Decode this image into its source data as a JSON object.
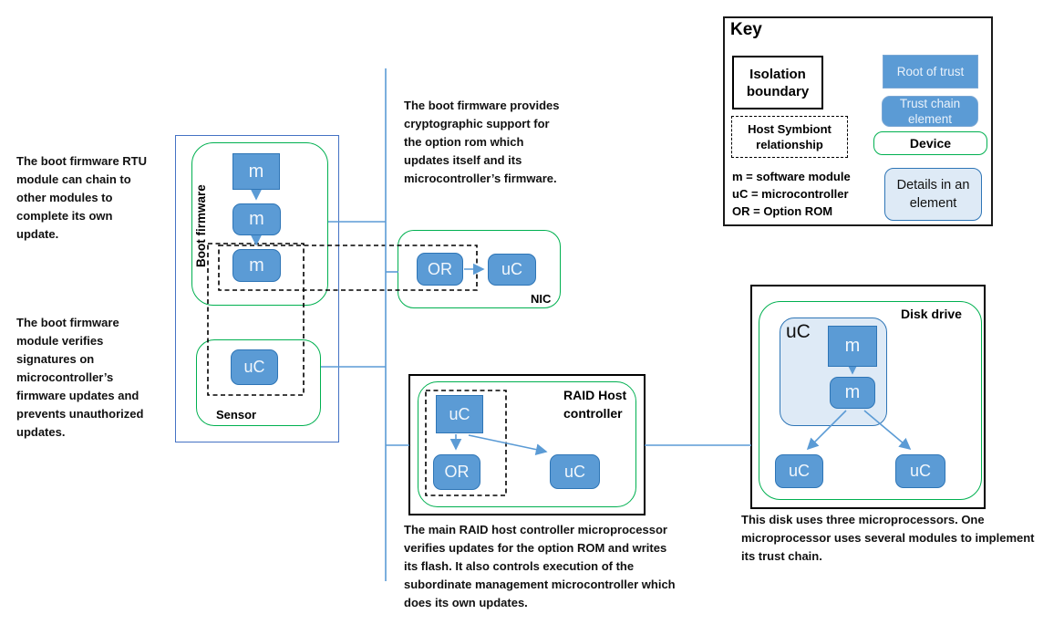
{
  "colors": {
    "accent_blue": "#5B9BD5",
    "dark_blue": "#2E75B6",
    "light_blue": "#DEEAF6",
    "device_green": "#00B050",
    "outer_blue": "#4472C4",
    "connector_blue": "#5B9BD5"
  },
  "annotations": {
    "boot_rtu": "The boot firmware RTU module can chain to other modules to complete its own update.",
    "boot_verifies": "The boot firmware module verifies signatures on microcontroller’s firmware updates and prevents unauthorized updates.",
    "boot_crypto": "The boot firmware provides cryptographic support for the option rom which updates itself and its microcontroller’s firmware.",
    "raid": "The main RAID host controller microprocessor verifies updates for the option ROM and writes its flash. It also controls execution of the subordinate management microcontroller which does its own updates.",
    "disk": "This disk uses three microprocessors. One microprocessor uses several modules to implement its trust chain."
  },
  "devices": {
    "boot_firmware": {
      "label": "Boot firmware",
      "m1": "m",
      "m2": "m",
      "m3": "m"
    },
    "sensor": {
      "label": "Sensor",
      "uc": "uC"
    },
    "nic": {
      "label": "NIC",
      "or": "OR",
      "uc": "uC"
    },
    "raid": {
      "label": "RAID Host controller",
      "uc_main": "uC",
      "or": "OR",
      "uc_sub": "uC"
    },
    "disk": {
      "label": "Disk drive",
      "uc_detail": "uC",
      "m1": "m",
      "m2": "m",
      "uc_left": "uC",
      "uc_right": "uC"
    }
  },
  "key": {
    "title": "Key",
    "isolation_boundary": "Isolation boundary",
    "host_symbiont": "Host Symbiont relationship",
    "abbreviations": "m = software module\nuC = microcontroller\nOR = Option ROM",
    "root_of_trust": "Root of trust",
    "trust_chain_element": "Trust chain element",
    "device": "Device",
    "details_in_element": "Details in an element"
  }
}
